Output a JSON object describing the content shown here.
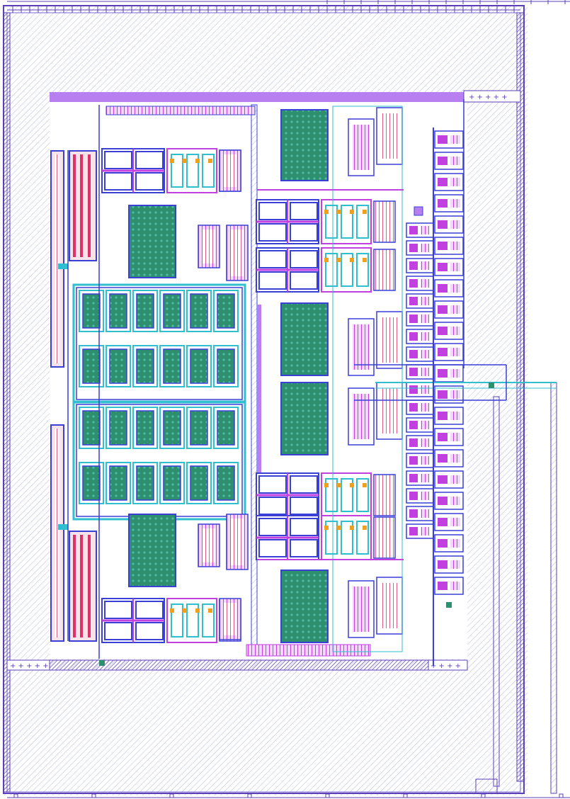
{
  "title": "",
  "layers": {
    "boundary": "#5b3fb8",
    "metal1": "#3a3fd6",
    "metal2": "#c23fe0",
    "metal3": "#b77ff0",
    "poly": "#e0306a",
    "diffusion": "#2fbfcf",
    "nwell_fill": "#2e8f6e",
    "contact": "#f0a020",
    "hatch": "#9a9adc"
  },
  "cells": {
    "upper_half": {
      "diff_caps_rows": 2,
      "diff_caps_cols": 6
    },
    "lower_half": {
      "diff_caps_rows": 2,
      "diff_caps_cols": 6
    },
    "mid_column_blocks": 4,
    "right_array_rows": 22
  }
}
